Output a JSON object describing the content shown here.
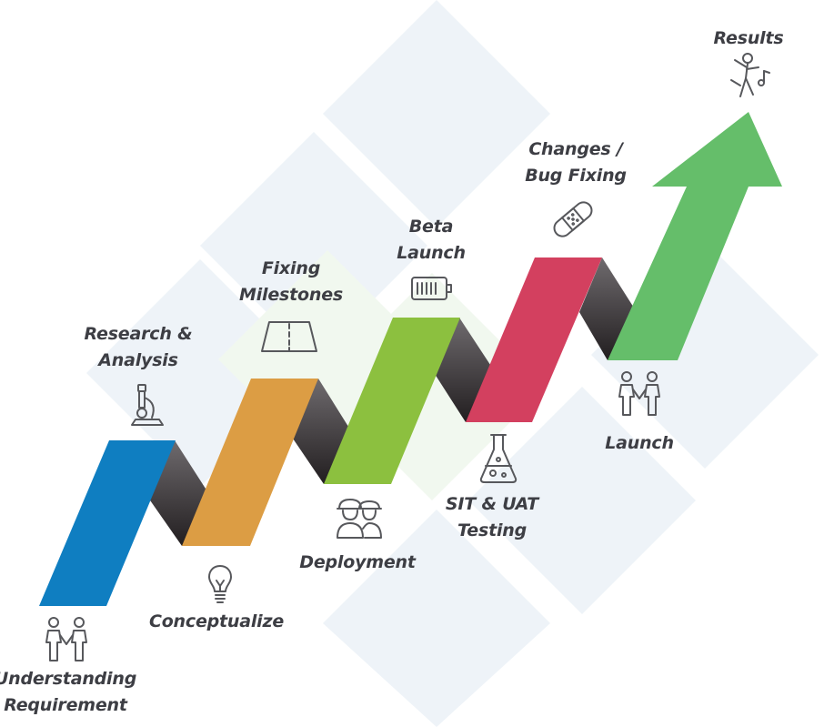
{
  "steps": [
    {
      "id": "understanding",
      "lines": [
        "Understanding",
        "Requirement"
      ],
      "icon": "handshake-icon",
      "color": "#0f7ec1"
    },
    {
      "id": "research",
      "lines": [
        "Research &",
        "Analysis"
      ],
      "icon": "microscope-icon",
      "color": ""
    },
    {
      "id": "conceptualize",
      "lines": [
        "Conceptualize"
      ],
      "icon": "lightbulb-icon",
      "color": "#dc9d44"
    },
    {
      "id": "milestones",
      "lines": [
        "Fixing",
        "Milestones"
      ],
      "icon": "road-icon",
      "color": ""
    },
    {
      "id": "deployment",
      "lines": [
        "Deployment"
      ],
      "icon": "workers-icon",
      "color": ""
    },
    {
      "id": "beta",
      "lines": [
        "Beta",
        "Launch"
      ],
      "icon": "battery-icon",
      "color": "#8cc03f"
    },
    {
      "id": "testing",
      "lines": [
        "SIT & UAT",
        "Testing"
      ],
      "icon": "flask-icon",
      "color": ""
    },
    {
      "id": "bugfix",
      "lines": [
        "Changes /",
        "Bug Fixing"
      ],
      "icon": "bandage-icon",
      "color": "#d3405f"
    },
    {
      "id": "launch",
      "lines": [
        "Launch"
      ],
      "icon": "handshake-icon",
      "color": ""
    },
    {
      "id": "results",
      "lines": [
        "Results"
      ],
      "icon": "dancing-person-icon",
      "color": "#65be6a"
    }
  ],
  "colors": {
    "label_text": "#3d3e44",
    "icon_stroke": "#57585c",
    "background_diamond": "#eef3f8",
    "background_diamond_green": "#f1f8ef",
    "connector_dark": "#2e2a2c",
    "connector_light": "#6f6b6e"
  }
}
